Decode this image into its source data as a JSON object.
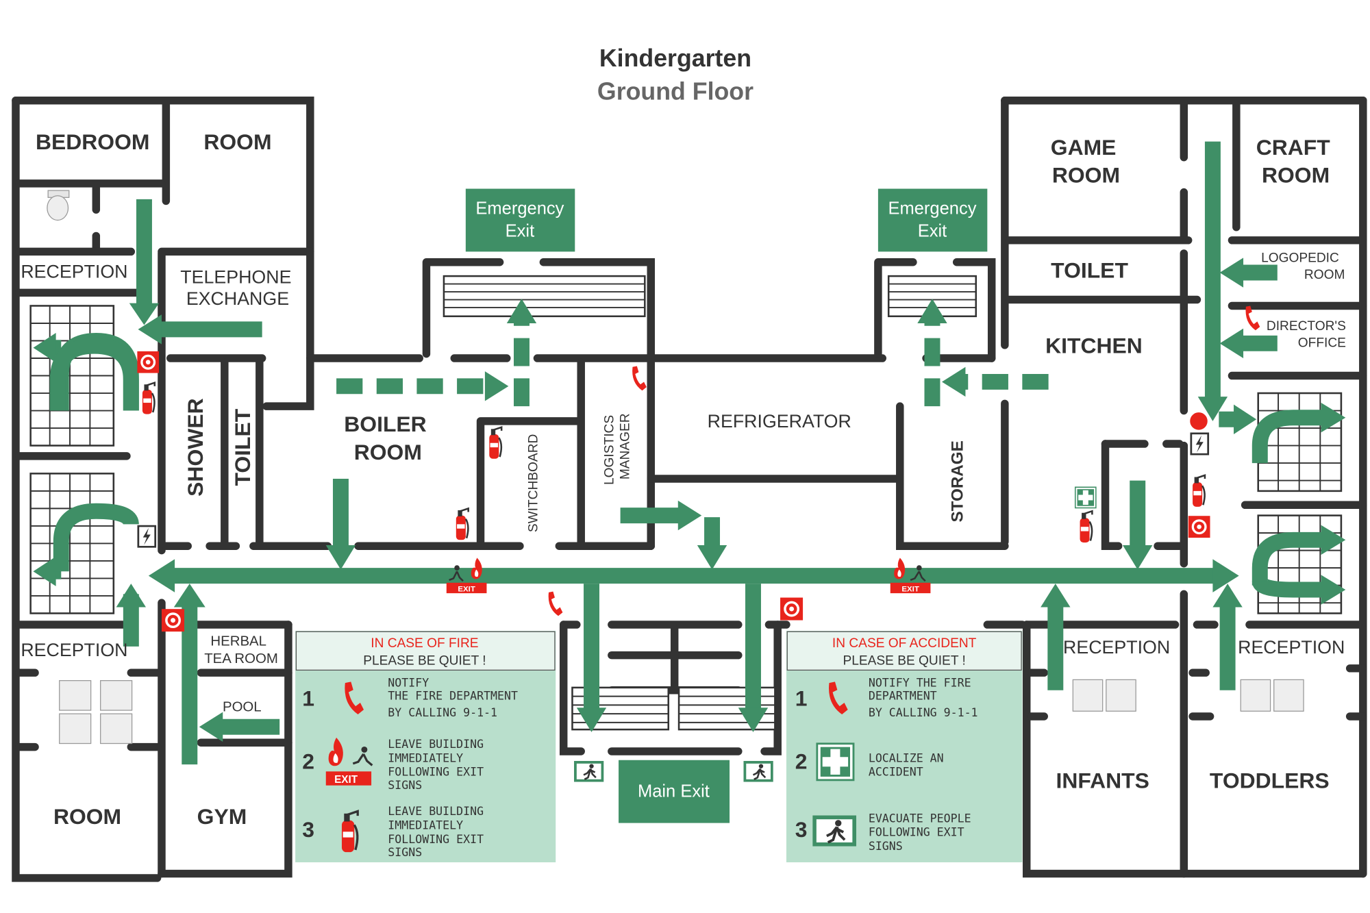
{
  "title": "Kindergarten",
  "subtitle": "Ground Floor",
  "rooms": {
    "bedroom": "BEDROOM",
    "room_top": "ROOM",
    "reception_left_top": "RECEPTION",
    "telephone_1": "TELEPHONE",
    "telephone_2": "EXCHANGE",
    "shower": "SHOWER",
    "toilet_left": "TOILET",
    "boiler_1": "BOILER",
    "boiler_2": "ROOM",
    "switchboard": "SWITCHBOARD",
    "logistics_1": "LOGISTICS",
    "logistics_2": "MANAGER",
    "refrigerator": "REFRIGERATOR",
    "storage": "STORAGE",
    "game_1": "GAME",
    "game_2": "ROOM",
    "craft_1": "CRAFT",
    "craft_2": "ROOM",
    "toilet_right": "TOILET",
    "kitchen": "KITCHEN",
    "logopedic_1": "LOGOPEDIC",
    "logopedic_2": "ROOM",
    "director_1": "DIRECTOR'S",
    "director_2": "OFFICE",
    "reception_left_bottom": "RECEPTION",
    "herbal_1": "HERBAL",
    "herbal_2": "TEA ROOM",
    "pool": "POOL",
    "room_bottom": "ROOM",
    "gym": "GYM",
    "reception_infants": "RECEPTION",
    "reception_toddlers": "RECEPTION",
    "infants": "INFANTS",
    "toddlers": "TODDLERS"
  },
  "exits": {
    "emergency_left_1": "Emergency",
    "emergency_left_2": "Exit",
    "emergency_right_1": "Emergency",
    "emergency_right_2": "Exit",
    "main": "Main Exit",
    "sign_text": "EXIT"
  },
  "fire_panel": {
    "heading_1": "IN CASE OF FIRE",
    "heading_2": "PLEASE BE QUIET !",
    "steps": [
      {
        "num": "1",
        "lines": [
          "NOTIFY",
          "THE FIRE DEPARTMENT",
          "BY CALLING  9-1-1"
        ]
      },
      {
        "num": "2",
        "lines": [
          "LEAVE BUILDING",
          "IMMEDIATELY",
          "FOLLOWING EXIT",
          "SIGNS"
        ]
      },
      {
        "num": "3",
        "lines": [
          "LEAVE BUILDING",
          "IMMEDIATELY",
          "FOLLOWING EXIT",
          "SIGNS"
        ]
      }
    ]
  },
  "accident_panel": {
    "heading_1": "IN CASE OF ACCIDENT",
    "heading_2": "PLEASE BE QUIET !",
    "steps": [
      {
        "num": "1",
        "lines": [
          "NOTIFY THE FIRE",
          "DEPARTMENT",
          "BY CALLING  9-1-1"
        ]
      },
      {
        "num": "2",
        "lines": [
          "LOCALIZE AN",
          "ACCIDENT"
        ]
      },
      {
        "num": "3",
        "lines": [
          "EVACUATE PEOPLE",
          "FOLLOWING EXIT",
          "SIGNS"
        ]
      }
    ]
  },
  "colors": {
    "route_green": "#3f8f66",
    "panel_green": "#b9dfcc",
    "alert_red": "#e8241c",
    "wall": "#333333"
  },
  "icons": [
    "phone-icon",
    "fire-extinguisher-icon",
    "fire-alarm-icon",
    "first-aid-icon",
    "exit-sign-icon",
    "electric-panel-icon",
    "toilet-icon",
    "sink-icon"
  ]
}
